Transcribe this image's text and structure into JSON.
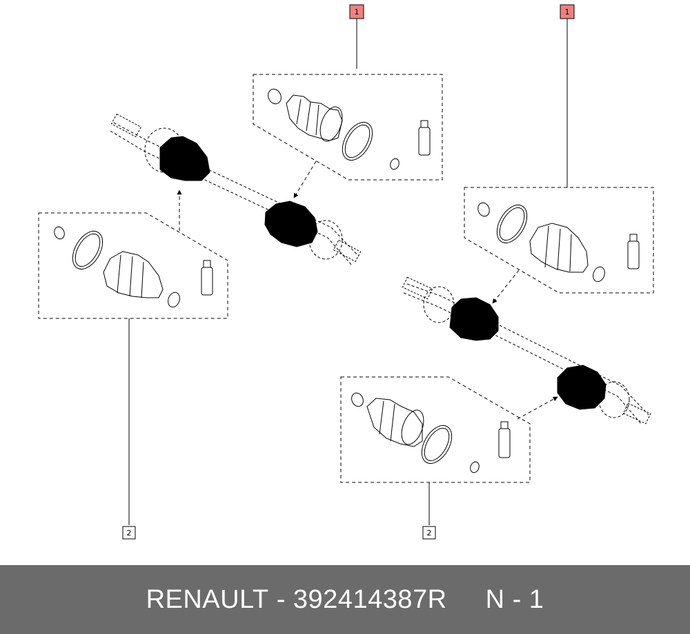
{
  "callouts": [
    {
      "label": "1",
      "highlight": true
    },
    {
      "label": "1",
      "highlight": true
    },
    {
      "label": "2",
      "highlight": false
    },
    {
      "label": "2",
      "highlight": false
    }
  ],
  "footer": {
    "brand": "RENAULT",
    "separator": "-",
    "part_number": "392414387R",
    "page": "N - 1"
  },
  "colors": {
    "highlight_fill": "#f08080",
    "footer_bg": "#6b6b6b",
    "line": "#000000"
  }
}
